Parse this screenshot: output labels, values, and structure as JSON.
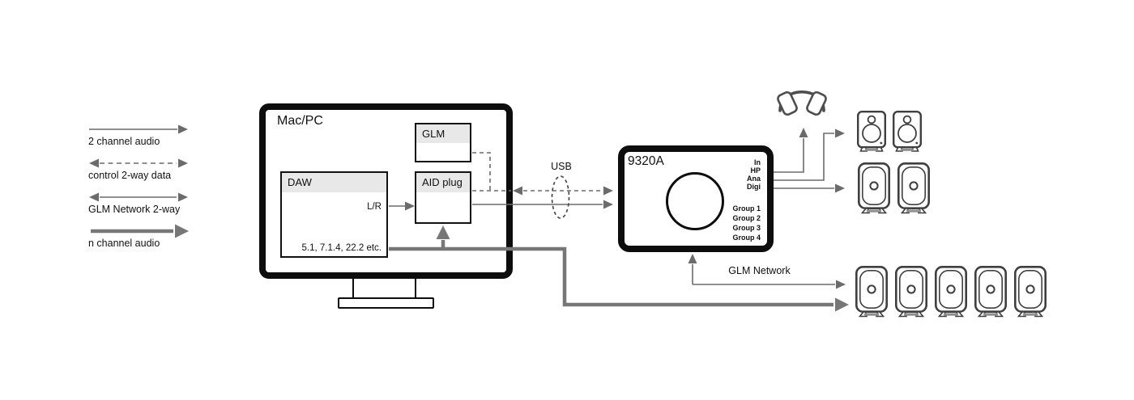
{
  "legend": {
    "items": [
      {
        "label": "2 channel audio",
        "arrow": "thin-single-right"
      },
      {
        "label": "control 2-way data",
        "arrow": "dashed-double-headed"
      },
      {
        "label": "GLM Network 2-way",
        "arrow": "solid-double-headed"
      },
      {
        "label": "n channel audio",
        "arrow": "thick-single-right"
      }
    ]
  },
  "computer": {
    "title": "Mac/PC",
    "daw": {
      "title": "DAW",
      "stereo_output_label": "L/R",
      "multichannel_output_label": "5.1, 7.1.4, 22.2 etc."
    },
    "glm_box": {
      "title": "GLM"
    },
    "aid_box": {
      "title": "AID plug"
    }
  },
  "usb_label": "USB",
  "device": {
    "model": "9320A",
    "io_labels": [
      "In",
      "HP",
      "Ana",
      "Digi"
    ],
    "group_labels": [
      "Group 1",
      "Group 2",
      "Group 3",
      "Group 4"
    ]
  },
  "glm_network_label": "GLM Network",
  "colors": {
    "line_gray": "#6b6b6b",
    "thick_line_gray": "#777777",
    "box_border": "#111111",
    "header_fill": "#e8e8e8",
    "icon_gray": "#3f3f3f",
    "stand_fill": "#8f8f8f",
    "background": "#ffffff"
  }
}
